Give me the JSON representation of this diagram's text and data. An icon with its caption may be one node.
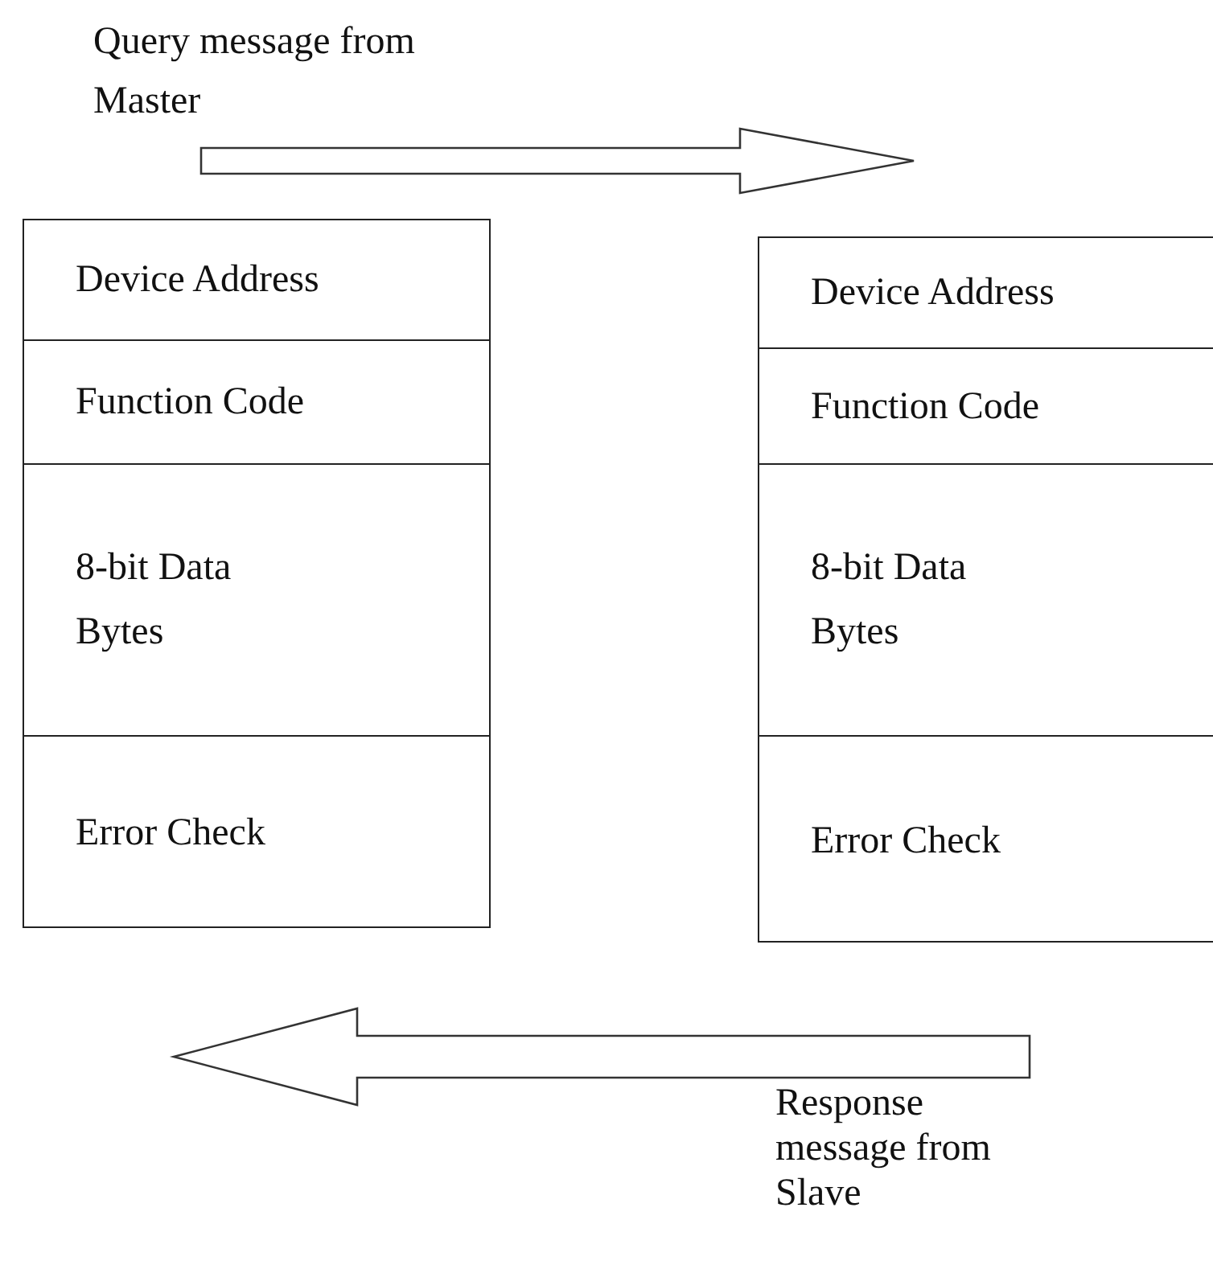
{
  "diagram": {
    "nodes": [
      {
        "text": [],
        "shape": "box"
      },
      {
        "text": [
          "Device Address"
        ],
        "in": 0
      },
      {
        "text": [
          "Function Code"
        ],
        "in": 0
      },
      {
        "text": [
          "8-bit Data Bytes"
        ],
        "in": 0
      },
      {
        "text": [
          "Error Check"
        ],
        "in": 0
      },
      {
        "text": [],
        "shape": "box"
      },
      {
        "text": [
          "Device Address"
        ],
        "in": 5
      },
      {
        "text": [
          "Function Code"
        ],
        "in": 5
      },
      {
        "text": [
          "8-bit Data Bytes"
        ],
        "in": 5
      },
      {
        "text": [
          "Error Check"
        ],
        "in": 5
      }
    ],
    "edges": [
      {
        "from": 0,
        "to": 5,
        "arrow": "to",
        "label": "Query message from Master"
      },
      {
        "from": 5,
        "to": 0,
        "arrow": "to",
        "label": "Response message from Slave"
      }
    ]
  }
}
